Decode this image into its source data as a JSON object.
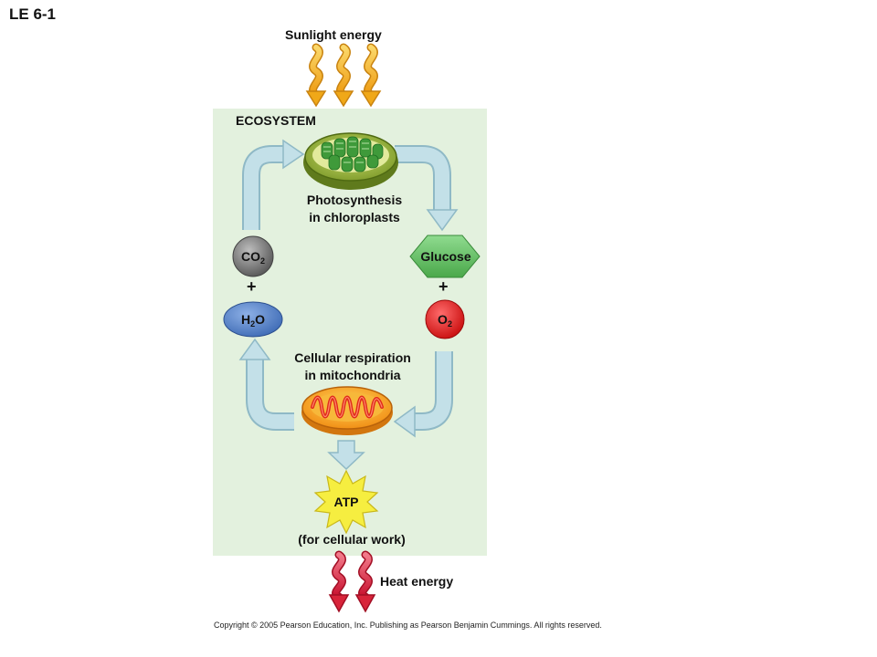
{
  "slide_label": "LE 6-1",
  "sunlight_label": "Sunlight energy",
  "ecosystem_label": "ECOSYSTEM",
  "photosynthesis": {
    "line1": "Photosynthesis",
    "line2": "in chloroplasts"
  },
  "molecules": {
    "co2": {
      "base": "CO",
      "sub": "2"
    },
    "h2o": {
      "pre": "H",
      "sub": "2",
      "post": "O"
    },
    "glucose": "Glucose",
    "o2": {
      "base": "O",
      "sub": "2"
    }
  },
  "plus_sign": "+",
  "respiration": {
    "line1": "Cellular respiration",
    "line2": "in mitochondria"
  },
  "atp": {
    "label": "ATP",
    "subtitle": "(for cellular work)"
  },
  "heat_label": "Heat energy",
  "copyright": "Copyright © 2005 Pearson Education, Inc. Publishing as Pearson Benjamin Cummings. All rights reserved.",
  "colors": {
    "panel": "#e3f1de",
    "cycle_arrow": "#b7d9e2",
    "sunlight": "#f0b020",
    "heat": "#d8243a",
    "co2": "#777777",
    "h2o": "#5b87cc",
    "glucose": "#6cc46c",
    "o2": "#e51b1b",
    "atp": "#f6ee40"
  },
  "icons": [
    "sunlight-wave-icon",
    "heat-wave-icon",
    "chloroplast-icon",
    "mitochondrion-icon",
    "atp-starburst-icon"
  ]
}
